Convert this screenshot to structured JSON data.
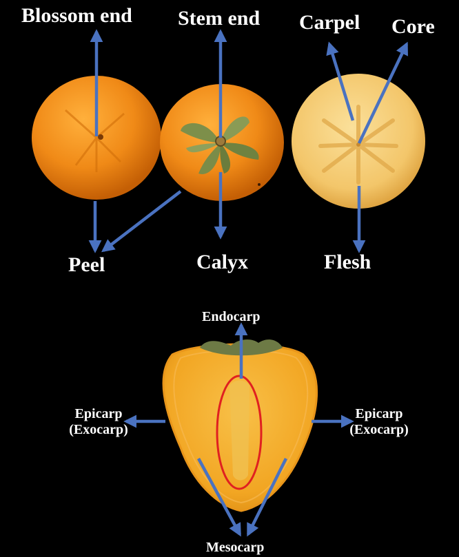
{
  "labels": {
    "blossom_end": "Blossom end",
    "stem_end": "Stem end",
    "carpel": "Carpel",
    "core": "Core",
    "peel": "Peel",
    "calyx": "Calyx",
    "flesh": "Flesh",
    "endocarp": "Endocarp",
    "epicarp_left_1": "Epicarp",
    "epicarp_left_2": "(Exocarp)",
    "epicarp_right_1": "Epicarp",
    "epicarp_right_2": "(Exocarp)",
    "mesocarp": "Mesocarp"
  },
  "colors": {
    "background": "#000000",
    "arrow": "#4a72c0",
    "fruit_orange": "#f08a17",
    "flesh_yellow": "#f3c66a",
    "cut_flesh": "#f2a623",
    "calyx_green": "#7d8f4a",
    "endocarp_outline": "#e02020",
    "text": "#ffffff"
  }
}
